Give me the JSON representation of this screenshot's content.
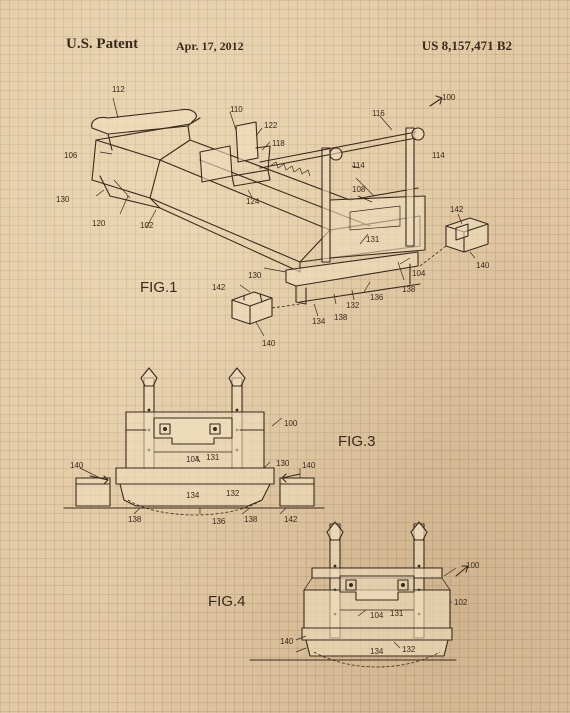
{
  "header": {
    "left": "U.S. Patent",
    "date": "Apr. 17, 2012",
    "right": "US 8,157,471 B2"
  },
  "figures": {
    "fig1": "FIG.1",
    "fig3": "FIG.3",
    "fig4": "FIG.4"
  },
  "refs": {
    "r100": "100",
    "r102": "102",
    "r104": "104",
    "r106": "106",
    "r108": "108",
    "r110": "110",
    "r112": "112",
    "r114": "114",
    "r116": "116",
    "r118": "118",
    "r120": "120",
    "r122": "122",
    "r124": "124",
    "r130": "130",
    "r131": "131",
    "r132": "132",
    "r134": "134",
    "r136": "136",
    "r138": "138",
    "r140": "140",
    "r142": "142"
  },
  "colors": {
    "paper": "#e2c9a4",
    "ink": "#3a2a1d"
  }
}
